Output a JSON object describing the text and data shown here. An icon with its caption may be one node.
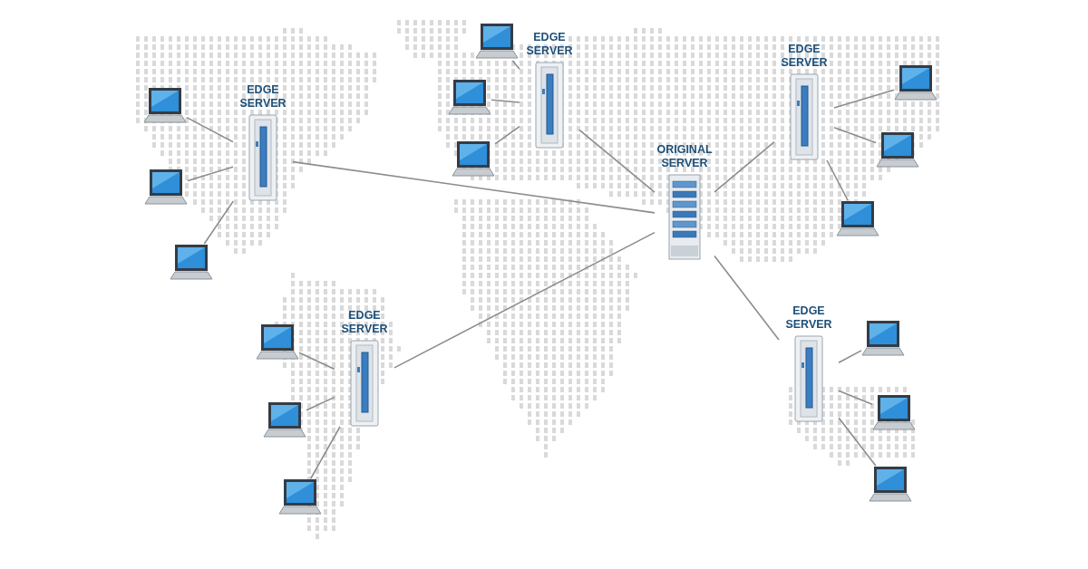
{
  "diagram": {
    "nodes": [
      {
        "text": [
          "ORIGINAL SERVER"
        ]
      },
      {
        "text": [
          "EDGE SERVER"
        ]
      },
      {
        "text": [
          "EDGE SERVER"
        ]
      },
      {
        "text": [
          "EDGE SERVER"
        ]
      },
      {
        "text": [
          "EDGE SERVER"
        ]
      },
      {
        "text": [
          "EDGE SERVER"
        ]
      },
      {
        "text": [],
        "shape": "laptop"
      },
      {
        "text": [],
        "shape": "laptop"
      },
      {
        "text": [],
        "shape": "laptop"
      },
      {
        "text": [],
        "shape": "laptop"
      },
      {
        "text": [],
        "shape": "laptop"
      },
      {
        "text": [],
        "shape": "laptop"
      },
      {
        "text": [],
        "shape": "laptop"
      },
      {
        "text": [],
        "shape": "laptop"
      },
      {
        "text": [],
        "shape": "laptop"
      },
      {
        "text": [],
        "shape": "laptop"
      },
      {
        "text": [],
        "shape": "laptop"
      },
      {
        "text": [],
        "shape": "laptop"
      },
      {
        "text": [],
        "shape": "laptop"
      },
      {
        "text": [],
        "shape": "laptop"
      },
      {
        "text": [],
        "shape": "laptop"
      }
    ],
    "edges": [
      {
        "from": 1,
        "to": 0,
        "arrow": "none"
      },
      {
        "from": 2,
        "to": 0,
        "arrow": "none"
      },
      {
        "from": 3,
        "to": 0,
        "arrow": "none"
      },
      {
        "from": 4,
        "to": 0,
        "arrow": "none"
      },
      {
        "from": 5,
        "to": 0,
        "arrow": "none"
      },
      {
        "from": 6,
        "to": 1,
        "arrow": "none"
      },
      {
        "from": 7,
        "to": 1,
        "arrow": "none"
      },
      {
        "from": 8,
        "to": 1,
        "arrow": "none"
      },
      {
        "from": 9,
        "to": 2,
        "arrow": "none"
      },
      {
        "from": 10,
        "to": 2,
        "arrow": "none"
      },
      {
        "from": 11,
        "to": 2,
        "arrow": "none"
      },
      {
        "from": 12,
        "to": 3,
        "arrow": "none"
      },
      {
        "from": 13,
        "to": 3,
        "arrow": "none"
      },
      {
        "from": 14,
        "to": 3,
        "arrow": "none"
      },
      {
        "from": 15,
        "to": 4,
        "arrow": "none"
      },
      {
        "from": 16,
        "to": 4,
        "arrow": "none"
      },
      {
        "from": 17,
        "to": 4,
        "arrow": "none"
      },
      {
        "from": 18,
        "to": 5,
        "arrow": "none"
      },
      {
        "from": 19,
        "to": 5,
        "arrow": "none"
      },
      {
        "from": 20,
        "to": 5,
        "arrow": "none"
      }
    ]
  }
}
